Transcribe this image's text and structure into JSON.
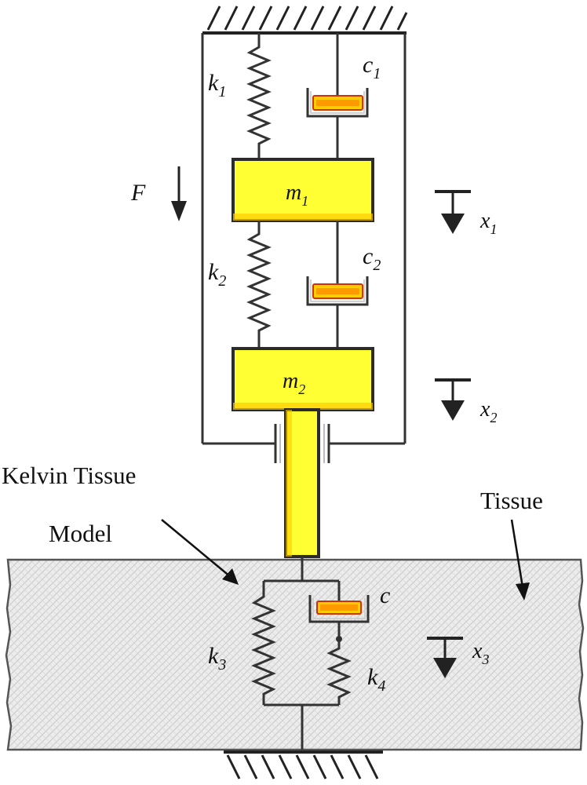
{
  "colors": {
    "mass_fill": "#ffff33",
    "mass_stroke": "#2b2b2b",
    "damper_piston": "#ffcc00",
    "damper_piston_border": "#cc3300",
    "damper_housing": "#d8d8d8",
    "tissue_fill": "#ebebeb",
    "line": "#333333"
  },
  "labels": {
    "k1": "k",
    "k1_sub": "1",
    "c1": "c",
    "c1_sub": "1",
    "F": "F",
    "m1": "m",
    "m1_sub": "1",
    "x1": "x",
    "x1_sub": "1",
    "k2": "k",
    "k2_sub": "2",
    "c2": "c",
    "c2_sub": "2",
    "m2": "m",
    "m2_sub": "2",
    "x2": "x",
    "x2_sub": "2",
    "kelvin_line1": "Kelvin Tissue",
    "kelvin_line2": "Model",
    "tissue": "Tissue",
    "c": "c",
    "k3": "k",
    "k3_sub": "3",
    "k4": "k",
    "k4_sub": "4",
    "x3": "x",
    "x3_sub": "3"
  },
  "icons": [
    "ground-hatch-icon",
    "spring-icon",
    "damper-icon",
    "arrow-down-icon",
    "displacement-indicator-icon"
  ]
}
